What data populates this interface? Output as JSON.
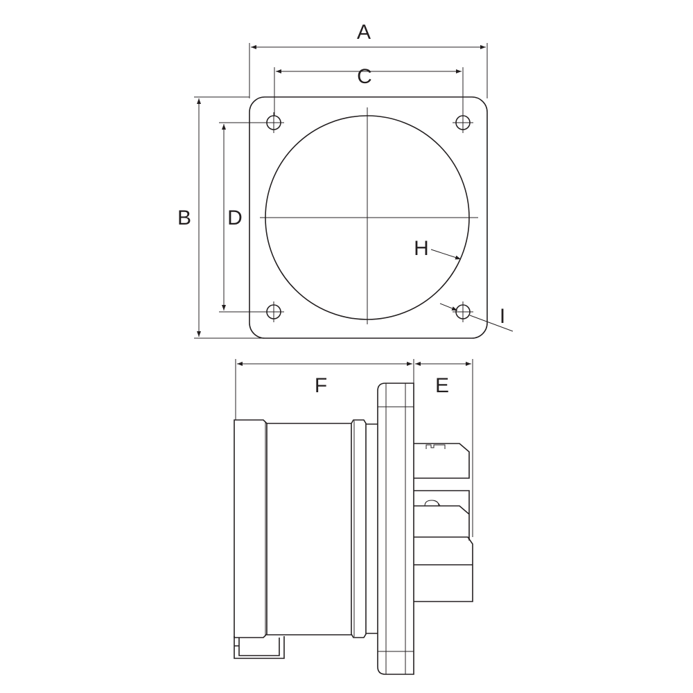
{
  "labels": {
    "A": "A",
    "B": "B",
    "C": "C",
    "D": "D",
    "E": "E",
    "F": "F",
    "H": "H",
    "I": "I"
  },
  "colors": {
    "line": "#231f20",
    "background": "#ffffff"
  }
}
